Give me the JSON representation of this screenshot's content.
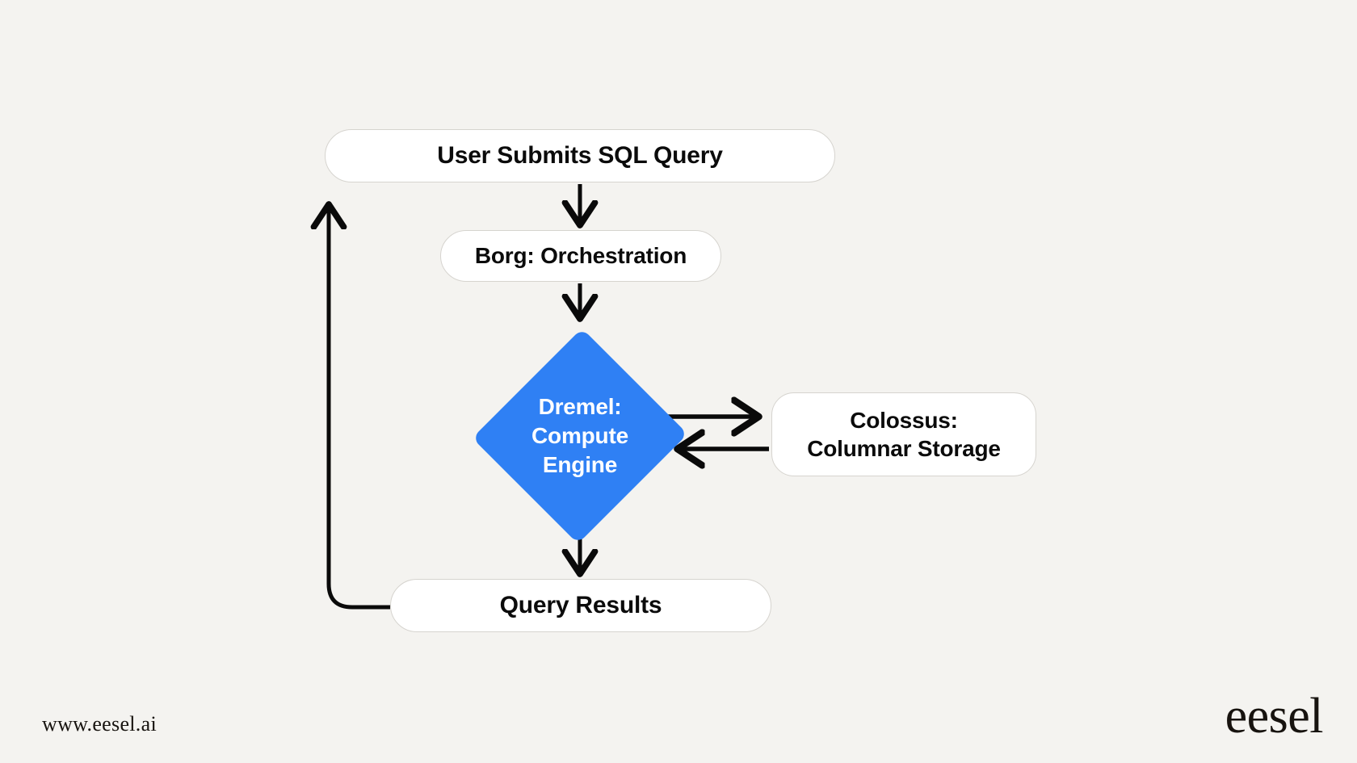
{
  "page": {
    "background_color": "#f4f3f0",
    "accent_color": "#2f80f4",
    "node_fill_color": "#ffffff",
    "node_border_color": "#d6d4cf",
    "text_color": "#0b0b0b",
    "diamond_text_color": "#ffffff",
    "edge_color": "#0a0a0a"
  },
  "diagram": {
    "type": "flowchart",
    "title": "",
    "nodes": [
      {
        "id": "user",
        "label": "User Submits SQL Query",
        "shape": "rounded-rect"
      },
      {
        "id": "borg",
        "label": "Borg: Orchestration",
        "shape": "rounded-rect"
      },
      {
        "id": "dremel",
        "label_line1": "Dremel:",
        "label_line2": "Compute",
        "label_line3": "Engine",
        "shape": "diamond"
      },
      {
        "id": "colossus",
        "label_line1": "Colossus:",
        "label_line2": "Columnar Storage",
        "shape": "rounded-rect"
      },
      {
        "id": "results",
        "label": "Query Results",
        "shape": "rounded-rect"
      }
    ],
    "edges": [
      {
        "from": "user",
        "to": "borg",
        "direction": "down",
        "label": ""
      },
      {
        "from": "borg",
        "to": "dremel",
        "direction": "down",
        "label": ""
      },
      {
        "from": "dremel",
        "to": "colossus",
        "direction": "right",
        "label": ""
      },
      {
        "from": "colossus",
        "to": "dremel",
        "direction": "left",
        "label": ""
      },
      {
        "from": "dremel",
        "to": "results",
        "direction": "down",
        "label": ""
      },
      {
        "from": "results",
        "to": "user",
        "direction": "loop-left-up",
        "label": ""
      }
    ]
  },
  "footer": {
    "url": "www.eesel.ai",
    "brand": "eesel"
  }
}
